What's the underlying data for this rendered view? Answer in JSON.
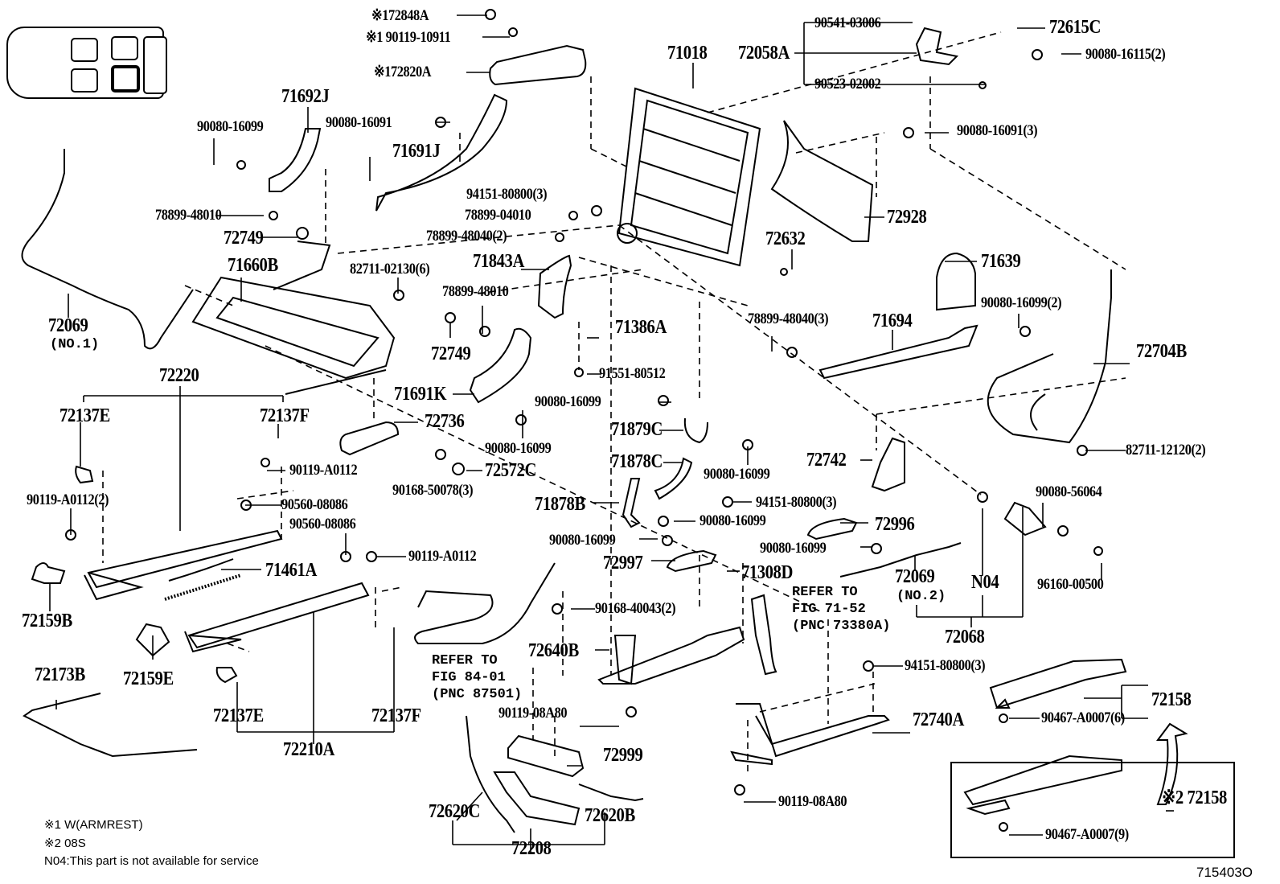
{
  "figure": {
    "id": "715403O",
    "type": "exploded parts diagram",
    "subject": "rear seat (seat frame, adjuster, covers, cables)"
  },
  "locator": {
    "icon": "vehicle-seat-layout-icon",
    "highlighted_seat": "second row, right"
  },
  "labels": {
    "p172848A": "※172848A",
    "p190119_10911": "※1 90119-10911",
    "p172820A": "※172820A",
    "p71692J": "71692J",
    "p90080_16099_a": "90080-16099",
    "p90080_16091_a": "90080-16091",
    "p71691J": "71691J",
    "p78899_48010_a": "78899-48010",
    "p72749_a": "72749",
    "p71018": "71018",
    "p72058A": "72058A",
    "p90541_03006": "90541-03006",
    "p90523_02002": "90523-02002",
    "p72615C": "72615C",
    "p90080_16115": "90080-16115(2)",
    "p90080_16091_b": "90080-16091(3)",
    "p94151_80800_a": "94151-80800(3)",
    "p78899_04010": "78899-04010",
    "p78899_48040_a": "78899-48040(2)",
    "p72928": "72928",
    "p72632": "72632",
    "p71660B": "71660B",
    "p82711_02130": "82711-02130(6)",
    "p71843A": "71843A",
    "p78899_48010_b": "78899-48010",
    "p71639": "71639",
    "p72069_a": "72069",
    "p72069_a_sub": "(NO.1)",
    "p72749_b": "72749",
    "p71386A": "71386A",
    "p78899_48040_b": "78899-48040(3)",
    "p90080_16099_b": "90080-16099(2)",
    "p71694": "71694",
    "p72704B": "72704B",
    "p91551_80512": "91551-80512",
    "p72220": "72220",
    "p72137E_a": "72137E",
    "p72137F_a": "72137F",
    "p71691K": "71691K",
    "p72736": "72736",
    "p90080_16099_c": "90080-16099",
    "p90080_16099_d": "90080-16099",
    "p71879C": "71879C",
    "p90119_A0112_a": "90119-A0112",
    "p72572C": "72572C",
    "p90168_50078": "90168-50078(3)",
    "p71878C": "71878C",
    "p90080_16099_e": "90080-16099",
    "p72742": "72742",
    "p82711_12120": "82711-12120(2)",
    "p90119_A0112_b": "90119-A0112(2)",
    "p90560_08086_a": "90560-08086",
    "p90560_08086_b": "90560-08086",
    "p71878B": "71878B",
    "p94151_80800_b": "94151-80800(3)",
    "p90080_16099_f": "90080-16099",
    "p72996": "72996",
    "p90080_56064": "90080-56064",
    "p90119_A0112_c": "90119-A0112",
    "p90080_16099_g": "90080-16099",
    "p72997": "72997",
    "p90080_16099_h": "90080-16099",
    "p71461A": "71461A",
    "p71308D": "71308D",
    "p72069_b": "72069",
    "p72069_b_sub": "(NO.2)",
    "pN04": "N04",
    "p96160_00500": "96160-00500",
    "p72159B": "72159B",
    "p90168_40043": "90168-40043(2)",
    "p72068": "72068",
    "p72640B": "72640B",
    "p72159E": "72159E",
    "p72173B": "72173B",
    "p94151_80800_c": "94151-80800(3)",
    "p72158_a": "72158",
    "p90467_A0007_a": "90467-A0007(6)",
    "p72137E_b": "72137E",
    "p72137F_b": "72137F",
    "p72210A": "72210A",
    "p90119_08A80_a": "90119-08A80",
    "p72740A": "72740A",
    "p72999": "72999",
    "p90119_08A80_b": "90119-08A80",
    "p72620C": "72620C",
    "p72620B": "72620B",
    "p72208": "72208",
    "p72158_b": "※2 72158",
    "p90467_A0007_b": "90467-A0007(9)"
  },
  "references": {
    "ref1": [
      "REFER TO",
      "FIG 84-01",
      "(PNC 87501)"
    ],
    "ref2": [
      "REFER TO",
      "FIG 71-52",
      "(PNC 73380A)"
    ]
  },
  "notes": [
    "※1 W(ARMREST)",
    "※2 08S",
    "N04:This part is not available for service"
  ]
}
